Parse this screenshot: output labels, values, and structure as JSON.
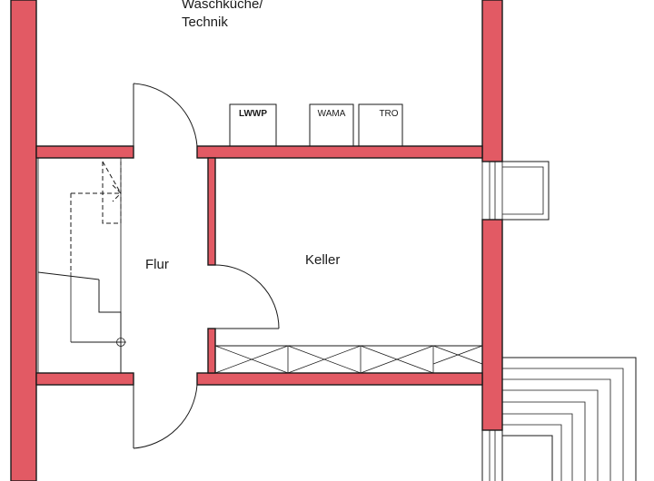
{
  "rooms": {
    "waschkueche_line1": "Waschküche/",
    "waschkueche_line2": "Technik",
    "flur": "Flur",
    "keller": "Keller"
  },
  "appliances": {
    "lwwp": "LWWP",
    "wama": "WAMA",
    "tro": "TRO"
  },
  "colors": {
    "wall_fill": "#e25a64",
    "line": "#1a1a1a"
  }
}
